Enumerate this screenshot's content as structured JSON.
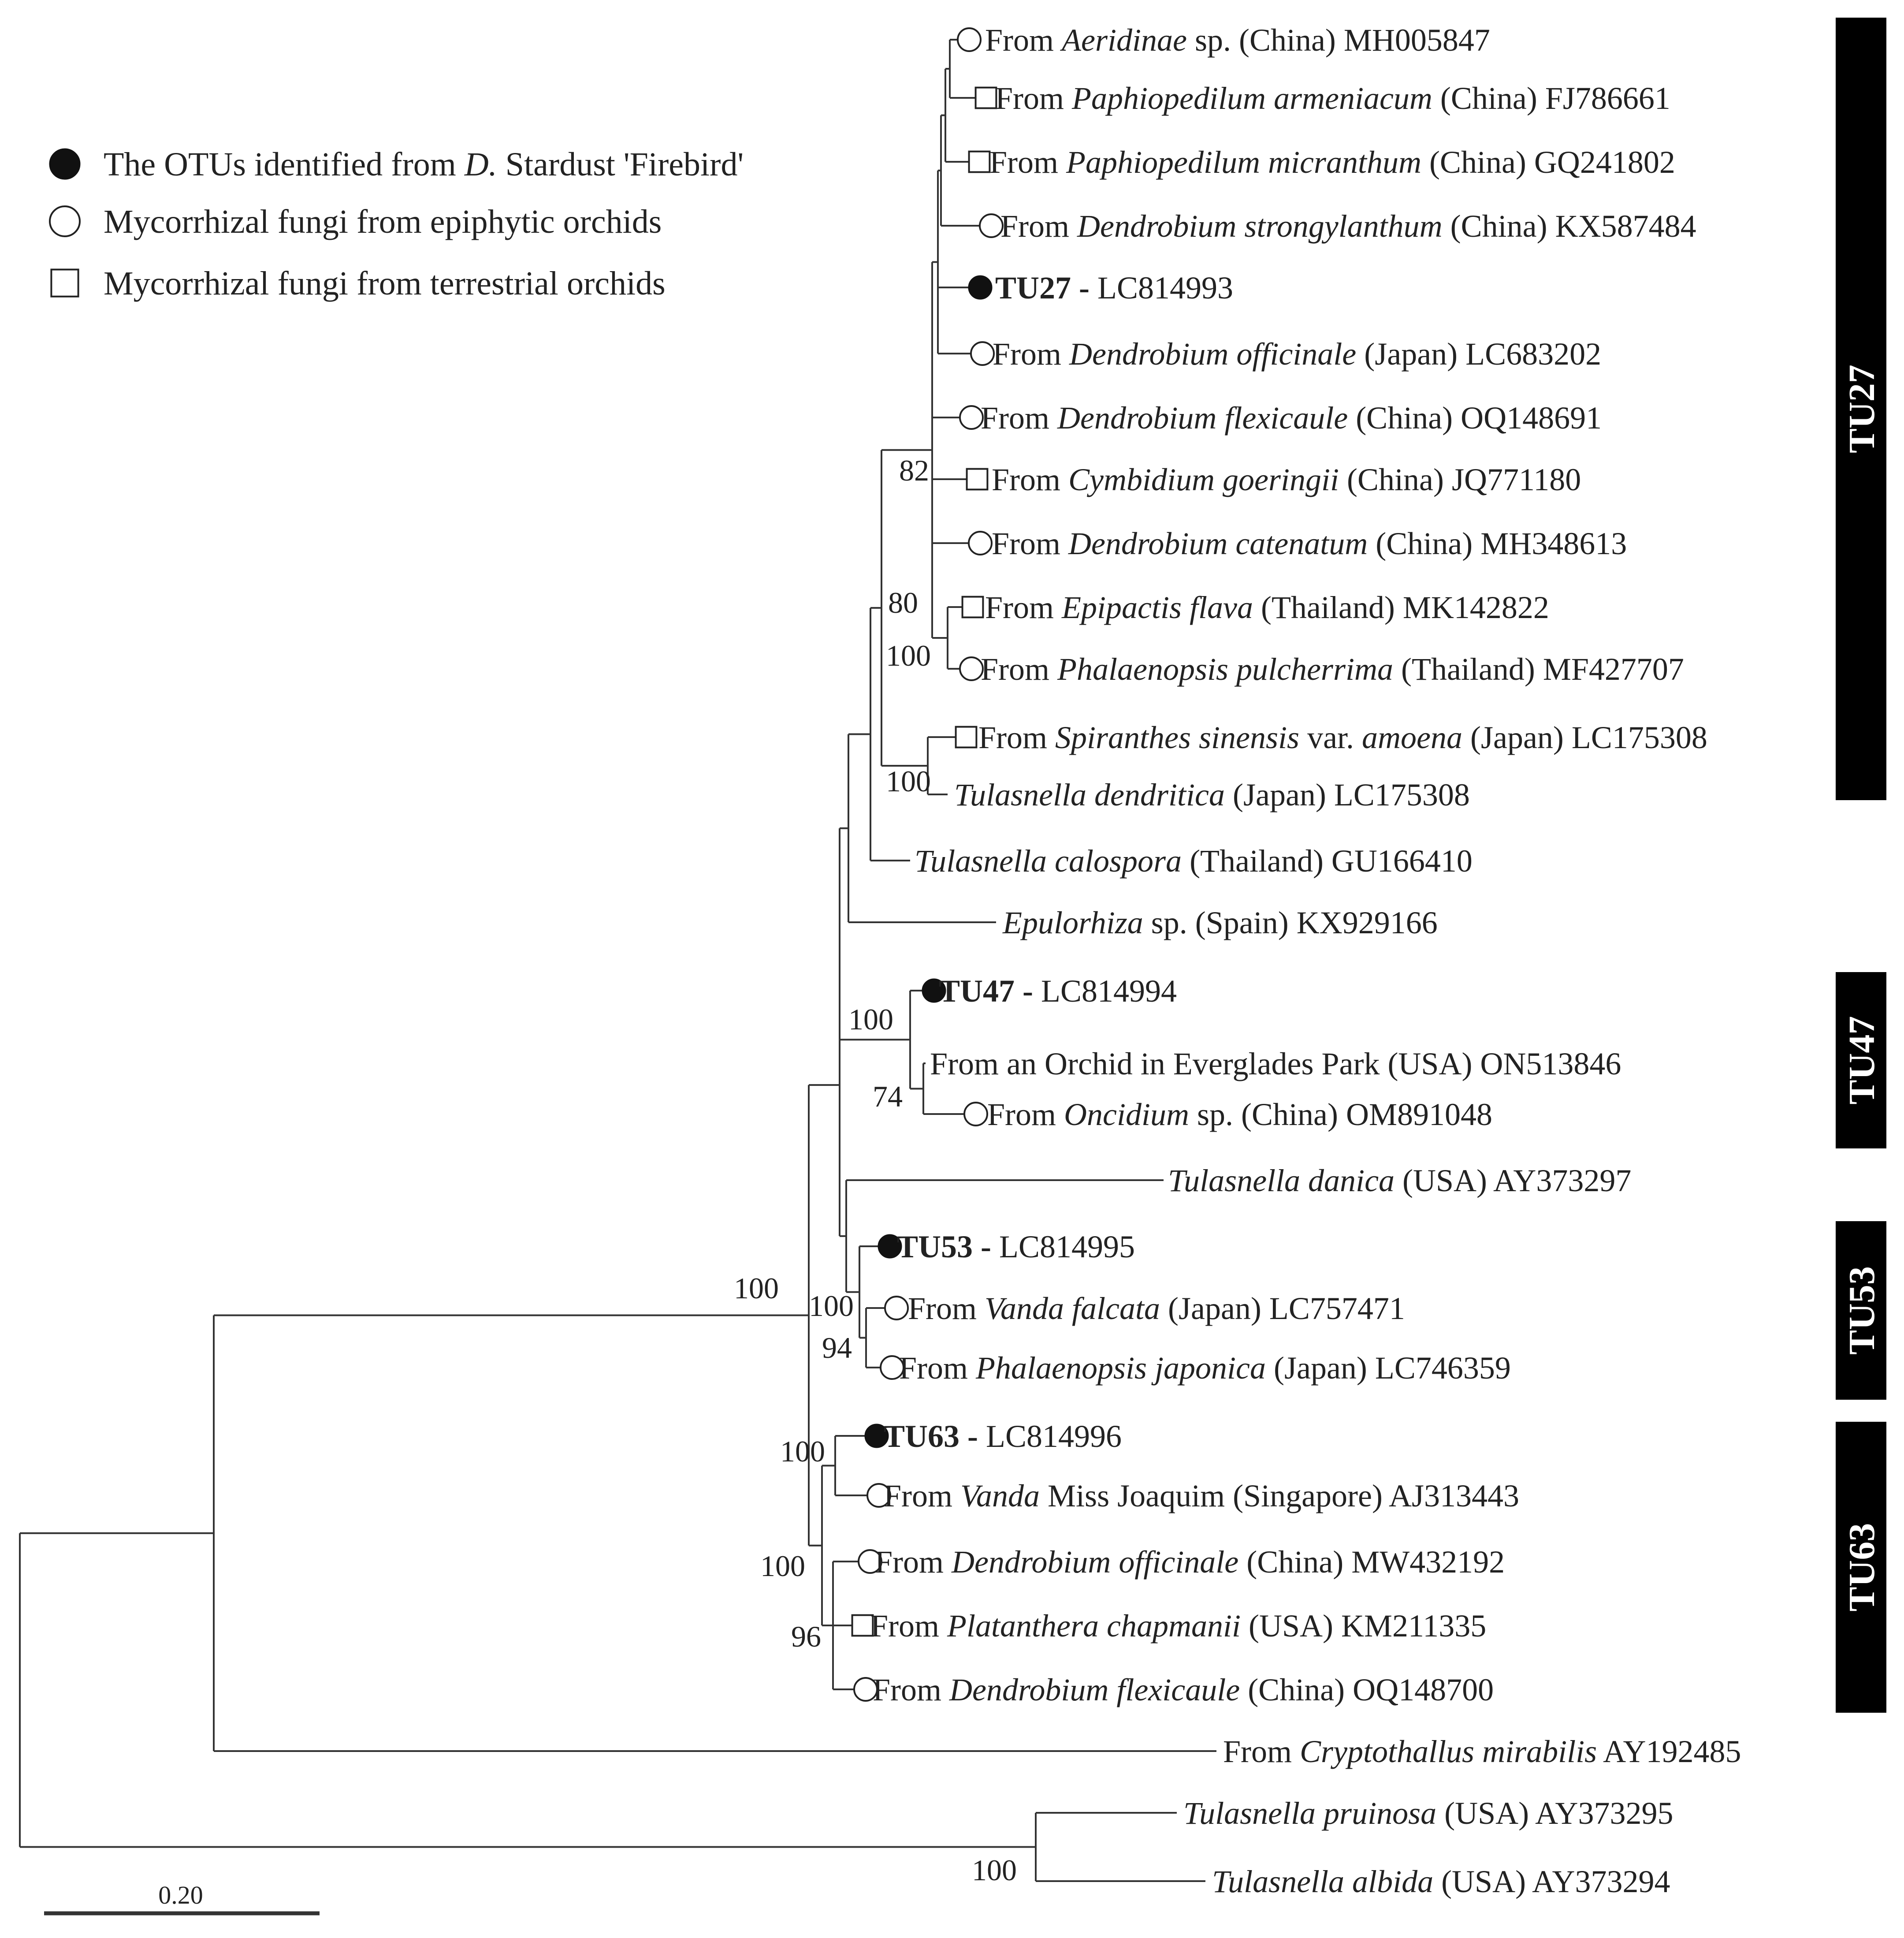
{
  "legend": [
    {
      "marker": "filled-circle",
      "parts": [
        {
          "t": "The OTUs identified from "
        },
        {
          "t": "D.",
          "i": true
        },
        {
          "t": " Stardust 'Firebird'"
        }
      ]
    },
    {
      "marker": "open-circle",
      "parts": [
        {
          "t": "Mycorrhizal fungi from epiphytic orchids"
        }
      ]
    },
    {
      "marker": "open-square",
      "parts": [
        {
          "t": "Mycorrhizal fungi from terrestrial orchids"
        }
      ]
    }
  ],
  "taxa": [
    {
      "marker": "open-circle",
      "parts": [
        {
          "t": "From "
        },
        {
          "t": "Aeridinae",
          "i": true
        },
        {
          "t": " sp. (China) MH005847"
        }
      ]
    },
    {
      "marker": "open-square",
      "parts": [
        {
          "t": "From "
        },
        {
          "t": "Paphiopedilum armeniacum",
          "i": true
        },
        {
          "t": " (China) FJ786661"
        }
      ]
    },
    {
      "marker": "open-square",
      "parts": [
        {
          "t": "From "
        },
        {
          "t": "Paphiopedilum micranthum",
          "i": true
        },
        {
          "t": " (China) GQ241802"
        }
      ]
    },
    {
      "marker": "open-circle",
      "parts": [
        {
          "t": "From "
        },
        {
          "t": "Dendrobium strongylanthum",
          "i": true
        },
        {
          "t": " (China) KX587484"
        }
      ]
    },
    {
      "marker": "filled-circle",
      "parts": [
        {
          "t": "TU27 -",
          "b": true
        },
        {
          "t": " LC814993"
        }
      ]
    },
    {
      "marker": "open-circle",
      "parts": [
        {
          "t": "From "
        },
        {
          "t": "Dendrobium officinale",
          "i": true
        },
        {
          "t": " (Japan) LC683202"
        }
      ]
    },
    {
      "marker": "open-circle",
      "parts": [
        {
          "t": "From "
        },
        {
          "t": "Dendrobium flexicaule",
          "i": true
        },
        {
          "t": " (China) OQ148691"
        }
      ]
    },
    {
      "marker": "open-square",
      "parts": [
        {
          "t": "From "
        },
        {
          "t": "Cymbidium goeringii",
          "i": true
        },
        {
          "t": " (China) JQ771180"
        }
      ]
    },
    {
      "marker": "open-circle",
      "parts": [
        {
          "t": "From "
        },
        {
          "t": "Dendrobium catenatum",
          "i": true
        },
        {
          "t": " (China) MH348613"
        }
      ]
    },
    {
      "marker": "open-square",
      "parts": [
        {
          "t": "From "
        },
        {
          "t": "Epipactis flava",
          "i": true
        },
        {
          "t": " (Thailand) MK142822"
        }
      ]
    },
    {
      "marker": "open-circle",
      "parts": [
        {
          "t": "From "
        },
        {
          "t": "Phalaenopsis pulcherrima",
          "i": true
        },
        {
          "t": " (Thailand) MF427707"
        }
      ]
    },
    {
      "marker": "open-square",
      "parts": [
        {
          "t": "From "
        },
        {
          "t": "Spiranthes sinensis",
          "i": true
        },
        {
          "t": " var. "
        },
        {
          "t": "amoena",
          "i": true
        },
        {
          "t": " (Japan) LC175308"
        }
      ]
    },
    {
      "marker": "none",
      "parts": [
        {
          "t": "Tulasnella dendritica",
          "i": true
        },
        {
          "t": " (Japan) LC175308"
        }
      ]
    },
    {
      "marker": "none",
      "parts": [
        {
          "t": "Tulasnella calospora",
          "i": true
        },
        {
          "t": " (Thailand) GU166410"
        }
      ]
    },
    {
      "marker": "none",
      "parts": [
        {
          "t": "Epulorhiza",
          "i": true
        },
        {
          "t": " sp. (Spain) KX929166"
        }
      ]
    },
    {
      "marker": "filled-circle",
      "parts": [
        {
          "t": "TU47 -",
          "b": true
        },
        {
          "t": " LC814994"
        }
      ]
    },
    {
      "marker": "none",
      "parts": [
        {
          "t": "From an Orchid in Everglades Park (USA) ON513846"
        }
      ]
    },
    {
      "marker": "open-circle",
      "parts": [
        {
          "t": "From "
        },
        {
          "t": "Oncidium",
          "i": true
        },
        {
          "t": " sp. (China) OM891048"
        }
      ]
    },
    {
      "marker": "none",
      "parts": [
        {
          "t": "Tulasnella danica",
          "i": true
        },
        {
          "t": " (USA) AY373297"
        }
      ]
    },
    {
      "marker": "filled-circle",
      "parts": [
        {
          "t": "TU53 -",
          "b": true
        },
        {
          "t": " LC814995"
        }
      ]
    },
    {
      "marker": "open-circle",
      "parts": [
        {
          "t": "From "
        },
        {
          "t": "Vanda falcata",
          "i": true
        },
        {
          "t": " (Japan) LC757471"
        }
      ]
    },
    {
      "marker": "open-circle",
      "parts": [
        {
          "t": "From "
        },
        {
          "t": "Phalaenopsis japonica",
          "i": true
        },
        {
          "t": " (Japan) LC746359"
        }
      ]
    },
    {
      "marker": "filled-circle",
      "parts": [
        {
          "t": "TU63 -",
          "b": true
        },
        {
          "t": " LC814996"
        }
      ]
    },
    {
      "marker": "open-circle",
      "parts": [
        {
          "t": "From "
        },
        {
          "t": "Vanda",
          "i": true
        },
        {
          "t": " Miss Joaquim (Singapore) AJ313443"
        }
      ]
    },
    {
      "marker": "open-circle",
      "parts": [
        {
          "t": "From "
        },
        {
          "t": "Dendrobium officinale",
          "i": true
        },
        {
          "t": " (China) MW432192"
        }
      ]
    },
    {
      "marker": "open-square",
      "parts": [
        {
          "t": "From "
        },
        {
          "t": "Platanthera chapmanii",
          "i": true
        },
        {
          "t": " (USA) KM211335"
        }
      ]
    },
    {
      "marker": "open-circle",
      "parts": [
        {
          "t": "From "
        },
        {
          "t": "Dendrobium flexicaule",
          "i": true
        },
        {
          "t": " (China) OQ148700"
        }
      ]
    },
    {
      "marker": "none",
      "parts": [
        {
          "t": "From "
        },
        {
          "t": "Cryptothallus mirabilis",
          "i": true
        },
        {
          "t": " AY192485"
        }
      ]
    },
    {
      "marker": "none",
      "parts": [
        {
          "t": "Tulasnella pruinosa",
          "i": true
        },
        {
          "t": " (USA) AY373295"
        }
      ]
    },
    {
      "marker": "none",
      "parts": [
        {
          "t": "Tulasnella albida",
          "i": true
        },
        {
          "t": " (USA) AY373294"
        }
      ]
    }
  ],
  "bootstrap_values": [
    "82",
    "80",
    "100",
    "100",
    "100",
    "74",
    "100",
    "100",
    "94",
    "100",
    "100",
    "96",
    "100"
  ],
  "clades": [
    "TU27",
    "TU47",
    "TU53",
    "TU63"
  ],
  "scale_bar_label": "0.20"
}
